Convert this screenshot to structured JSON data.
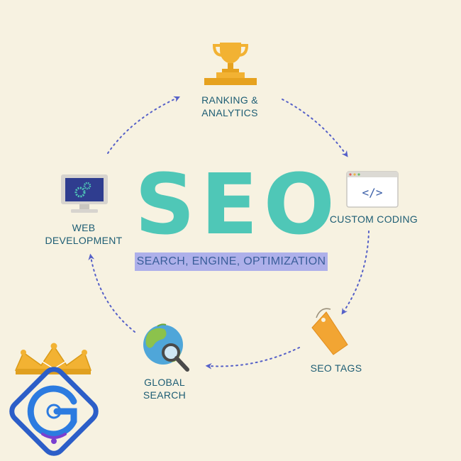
{
  "title": "SEO",
  "subtitle": "SEARCH, ENGINE, OPTIMIZATION",
  "nodes": {
    "ranking": {
      "label": "RANKING &\nANALYTICS",
      "icon": "trophy-icon"
    },
    "coding": {
      "label": "CUSTOM CODING",
      "icon": "code-window-icon"
    },
    "tags": {
      "label": "SEO TAGS",
      "icon": "tag-icon"
    },
    "search": {
      "label": "GLOBAL\nSEARCH",
      "icon": "globe-search-icon"
    },
    "web": {
      "label": "WEB\nDEVELOPMENT",
      "icon": "monitor-gears-icon"
    }
  },
  "logo": {
    "name": "crowned-g-logo"
  },
  "colors": {
    "background": "#f7f2e1",
    "seo_text": "#4fc7b7",
    "subtitle_bg": "#aeb0ea",
    "label": "#1d5d74",
    "arrow": "#5560c8",
    "trophy": "#f2b233",
    "tag": "#f2a533"
  }
}
